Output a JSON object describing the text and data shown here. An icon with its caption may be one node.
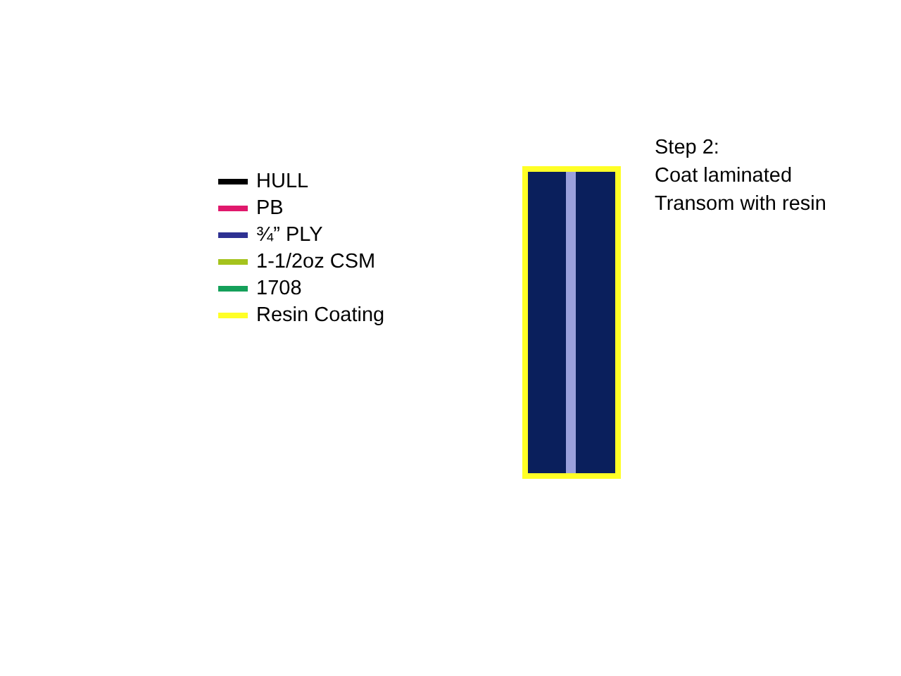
{
  "diagram": {
    "labels": [
      "Step 2:",
      "Coat laminated Transom with resin"
    ],
    "legend": [
      {
        "text": "HULL",
        "color": "#000000"
      },
      {
        "text": "PB",
        "color": "#e0186c"
      },
      {
        "text": "¾” PLY",
        "color": "#2e3192"
      },
      {
        "text": "1-1/2oz CSM",
        "color": "#a5c31d"
      },
      {
        "text": "1708",
        "color": "#14a05a"
      },
      {
        "text": "Resin Coating",
        "color": "#ffff26"
      }
    ]
  }
}
